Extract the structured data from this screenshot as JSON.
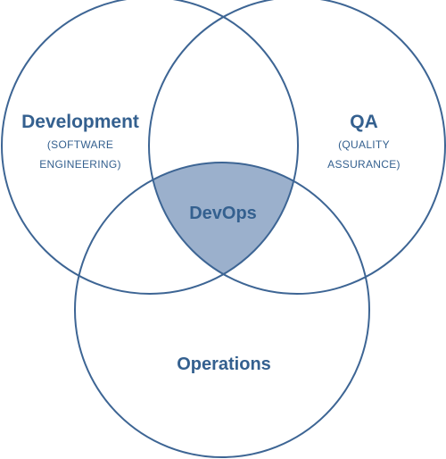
{
  "diagram": {
    "type": "venn",
    "colors": {
      "stroke": "#3d6594",
      "text": "#34608f",
      "intersection_fill": "#9bb0cc"
    },
    "sets": [
      {
        "id": "development",
        "title": "Development",
        "subtitle_line1": "(SOFTWARE",
        "subtitle_line2": "ENGINEERING)"
      },
      {
        "id": "qa",
        "title": "QA",
        "subtitle_line1": "(QUALITY",
        "subtitle_line2": "ASSURANCE)"
      },
      {
        "id": "operations",
        "title": "Operations"
      }
    ],
    "intersection": {
      "label": "DevOps"
    }
  }
}
